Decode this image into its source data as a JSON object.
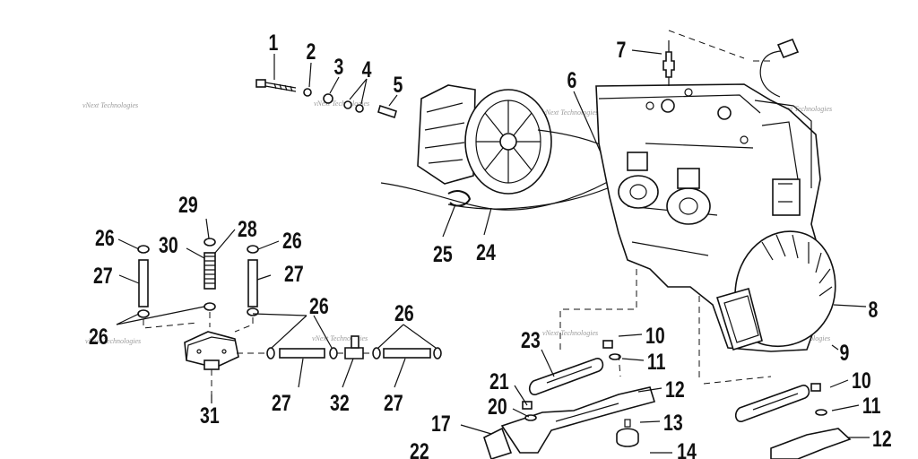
{
  "diagram": {
    "callouts": [
      "1",
      "2",
      "3",
      "4",
      "5",
      "6",
      "7",
      "8",
      "9",
      "10",
      "11",
      "12",
      "13",
      "14",
      "17",
      "20",
      "21",
      "22",
      "23",
      "24",
      "25",
      "26",
      "27",
      "28",
      "29",
      "30",
      "31",
      "32"
    ],
    "watermark": "vNext Technologies"
  }
}
